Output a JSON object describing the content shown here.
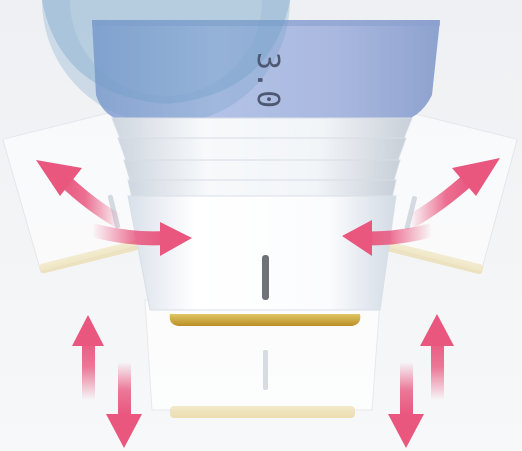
{
  "device": {
    "cartridge_size_label": "3.0",
    "body_color": "#a7b7de",
    "tip_gold_color": "#c9a53c"
  },
  "motion_arrows": {
    "color": "#e9577f",
    "directions": [
      "outward-left",
      "inward-left",
      "inward-right",
      "outward-right",
      "vertical-left",
      "vertical-right"
    ]
  },
  "decorations": {
    "logo_circle_color": "#6e9fc6"
  }
}
